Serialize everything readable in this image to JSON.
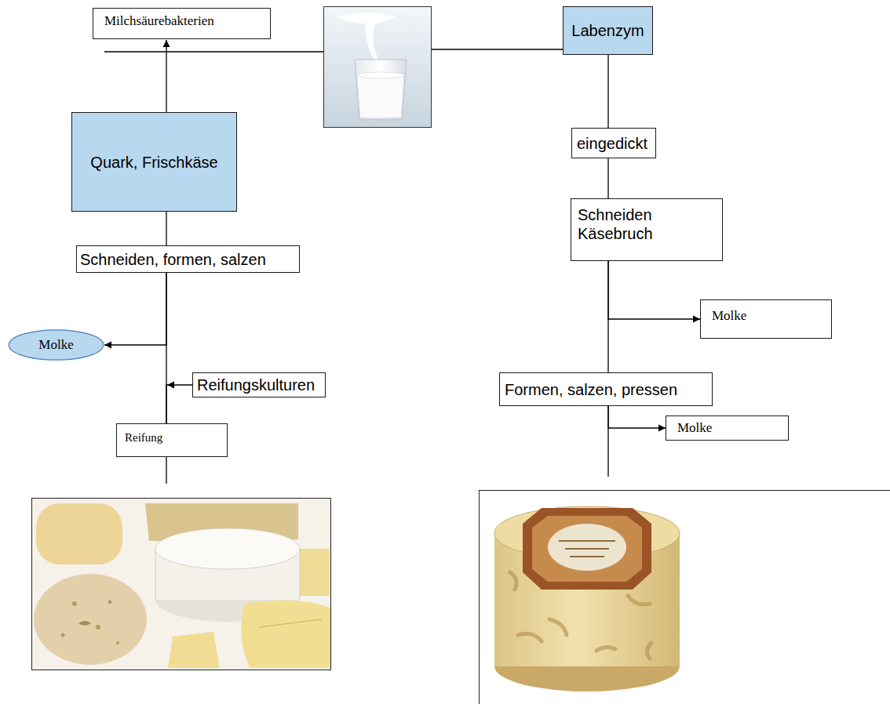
{
  "diagram": {
    "nodes": [
      {
        "text": [
          "Milchsäurebakterien"
        ]
      },
      {
        "text": [
          "Labenzym"
        ]
      },
      {
        "text": [
          "Quark, Frischkäse"
        ]
      },
      {
        "text": [
          "eingedickt"
        ]
      },
      {
        "text": [
          "Schneiden Käsebruch"
        ]
      },
      {
        "text": [
          "Schneiden, formen, salzen"
        ]
      },
      {
        "text": [
          "Molke"
        ]
      },
      {
        "text": [
          "Molke"
        ]
      },
      {
        "text": [
          "Formen, salzen, pressen"
        ]
      },
      {
        "text": [
          "Reifungskulturen"
        ]
      },
      {
        "text": [
          "Molke"
        ]
      },
      {
        "text": [
          "Reifung"
        ]
      }
    ],
    "edges": [
      {
        "from": 2,
        "to": 0,
        "arrow": "to"
      },
      {
        "from": 1,
        "to": 3,
        "arrow": "none"
      },
      {
        "from": 3,
        "to": 4,
        "arrow": "none"
      },
      {
        "from": 2,
        "to": 5,
        "arrow": "none"
      },
      {
        "from": 4,
        "to": 8,
        "arrow": "none"
      },
      {
        "from": 4,
        "to": 6,
        "arrow": "to"
      },
      {
        "from": 5,
        "to": 11,
        "arrow": "none"
      },
      {
        "from": 5,
        "to": 7,
        "arrow": "to"
      },
      {
        "from": 9,
        "to": 11,
        "arrow": "to"
      },
      {
        "from": 8,
        "to": 10,
        "arrow": "to"
      }
    ]
  }
}
